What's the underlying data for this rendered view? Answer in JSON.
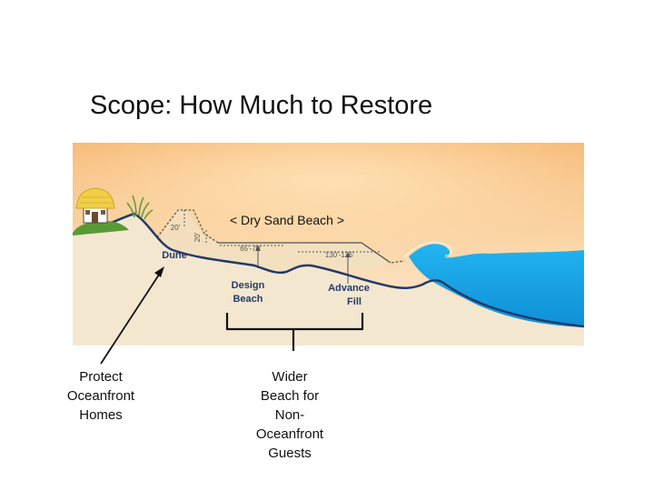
{
  "slide": {
    "title": "Scope: How Much to Restore"
  },
  "diagram": {
    "dry_sand_label": "< Dry Sand Beach >",
    "dune_label": "Dune",
    "dune_height_1": "20'",
    "dune_height_2": "20'",
    "design_width": "65'-70'",
    "advance_width": "130'-135'",
    "design_beach_label": [
      "Design",
      "Beach"
    ],
    "advance_fill_label": [
      "Advance",
      "Fill"
    ],
    "colors": {
      "sky_top": "#f6c27a",
      "sky_bottom": "#fde9cf",
      "sand": "#f4e7cf",
      "ocean": "#16a6e8",
      "profile_line": "#223a6b",
      "grass": "#5a9a36",
      "roof": "#f1cf45"
    }
  },
  "captions": {
    "left": [
      "Protect",
      "Oceanfront",
      "Homes"
    ],
    "right": [
      "Wider",
      "Beach for",
      "Non-",
      "Oceanfront",
      "Guests"
    ]
  }
}
